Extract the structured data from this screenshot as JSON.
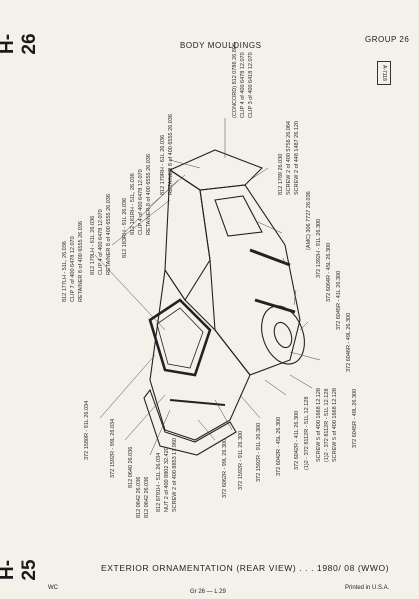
{
  "page": {
    "side_code_top": "H-26",
    "side_code_bottom": "H-25",
    "header_title": "BODY MOULDINGS",
    "group_label": "GROUP 26",
    "box_code": "A-7118",
    "caption": "EXTERIOR ORNAMENTATION (REAR VIEW) . . . 1980/ 08 (WWO)",
    "footer_left": "WC",
    "footer_center": "Gr 26 — L 29",
    "footer_right": "Printed in U.S.A."
  },
  "part_labels": [
    {
      "id": "l1",
      "text": "812 177LH - 51L, 26.036"
    },
    {
      "id": "l2",
      "text": "CLIP 7 of 400 6478 12.070"
    },
    {
      "id": "l3",
      "text": "RETAINER 8 of 400 6555 26.036"
    },
    {
      "id": "l4",
      "text": "812 179LH - 61L 26.036"
    },
    {
      "id": "l5",
      "text": "CLIP 4 of 400 6478 12.070"
    },
    {
      "id": "l6",
      "text": "RETAINER 8 of 400 6555 26.036"
    },
    {
      "id": "l7",
      "text": "812 183RH - 91L 26.036"
    },
    {
      "id": "l8",
      "text": "812 181RH - 51L, 26.036"
    },
    {
      "id": "l9",
      "text": "CLIP 4 of 400 6478 12.070"
    },
    {
      "id": "l10",
      "text": "RETAINER 8 of 400 6555 26.036"
    },
    {
      "id": "l11",
      "text": "812 179RH - 61L 26.036"
    },
    {
      "id": "l12",
      "text": "RETAINER 8 of 400 6555 26.036"
    },
    {
      "id": "l13",
      "text": "(CONCORD) 812 0786 26.806"
    },
    {
      "id": "l14",
      "text": "CLIP 4 of 400 6478 12.070"
    },
    {
      "id": "l15",
      "text": "CLIP 3 of 400 6418 12.070"
    },
    {
      "id": "l16",
      "text": "812 1789 26.030"
    },
    {
      "id": "l17",
      "text": "SCREW 2 of 400 5756 26.064"
    },
    {
      "id": "l18",
      "text": "SCREW 2 of 448 1487 26.120"
    },
    {
      "id": "l19",
      "text": "(AMC) 306 7727 26.036"
    },
    {
      "id": "l20",
      "text": "372 1392H - 91L 26.300"
    },
    {
      "id": "l21",
      "text": "372 6064R - 45L 26.300"
    },
    {
      "id": "l22",
      "text": "372 6045R - 41L 26.300"
    },
    {
      "id": "l23",
      "text": "372 6046R - 49L 26.300"
    },
    {
      "id": "l24",
      "text": "372 1580R - 91L 26.034"
    },
    {
      "id": "l25",
      "text": "372 1592R - 99L 26.034"
    },
    {
      "id": "l26",
      "text": "812 0640 26.036"
    },
    {
      "id": "l27",
      "text": "812 0642 26.036"
    },
    {
      "id": "l28",
      "text": "812 0642 26.036"
    },
    {
      "id": "l29",
      "text": "812 8791H - 51L 26.034"
    },
    {
      "id": "l30",
      "text": "NUT 2 of 400 8802 32.420"
    },
    {
      "id": "l31",
      "text": "SCREW 2 of 400 8853 17.960"
    },
    {
      "id": "l32",
      "text": "372 6062R - 99L 26.300"
    },
    {
      "id": "l33",
      "text": "372 1592R - 91L 26.300"
    },
    {
      "id": "l34",
      "text": "372 1592R - 91L 26.300"
    },
    {
      "id": "l35",
      "text": "372 6042R - 45L 26.300"
    },
    {
      "id": "l36",
      "text": "372 6042R - 41L 26.300"
    },
    {
      "id": "l37",
      "text": "(1)2 - 372 8112R - 51L 12.128"
    },
    {
      "id": "l38",
      "text": "SCREW 5 of 400 1668 12.128"
    },
    {
      "id": "l39",
      "text": "(1)2 - 372 8112R - 51L 12.128"
    },
    {
      "id": "l40",
      "text": "SCREW 5 of 400 1668 12.128"
    },
    {
      "id": "l41",
      "text": "372 6045R - 49L 26.300"
    }
  ]
}
